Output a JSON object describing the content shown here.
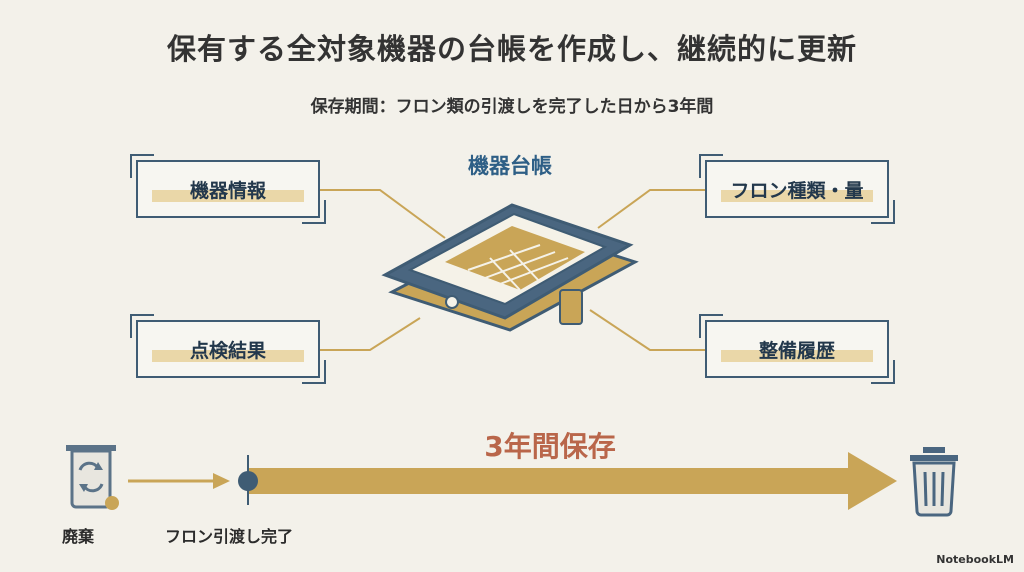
{
  "header": {
    "title": "保有する全対象機器の台帳を作成し、継続的に更新",
    "subtitle": "保存期間：フロン類の引渡しを完了した日から3年間"
  },
  "ledger": {
    "label": "機器台帳",
    "items": [
      {
        "id": "equipment-info",
        "label": "機器情報"
      },
      {
        "id": "freon-type",
        "label": "フロン種類・量"
      },
      {
        "id": "inspection",
        "label": "点検結果"
      },
      {
        "id": "maintenance",
        "label": "整備履歴"
      }
    ]
  },
  "timeline": {
    "start_label": "廃棄",
    "milestone_label": "フロン引渡し完了",
    "retention_label": "3年間保存"
  },
  "brand": "NotebookLM",
  "colors": {
    "navy": "#3f5c74",
    "gold": "#c9a557",
    "highlight": "#ead7a8",
    "retention_text": "#b9664a",
    "background": "#f3f1ea"
  }
}
